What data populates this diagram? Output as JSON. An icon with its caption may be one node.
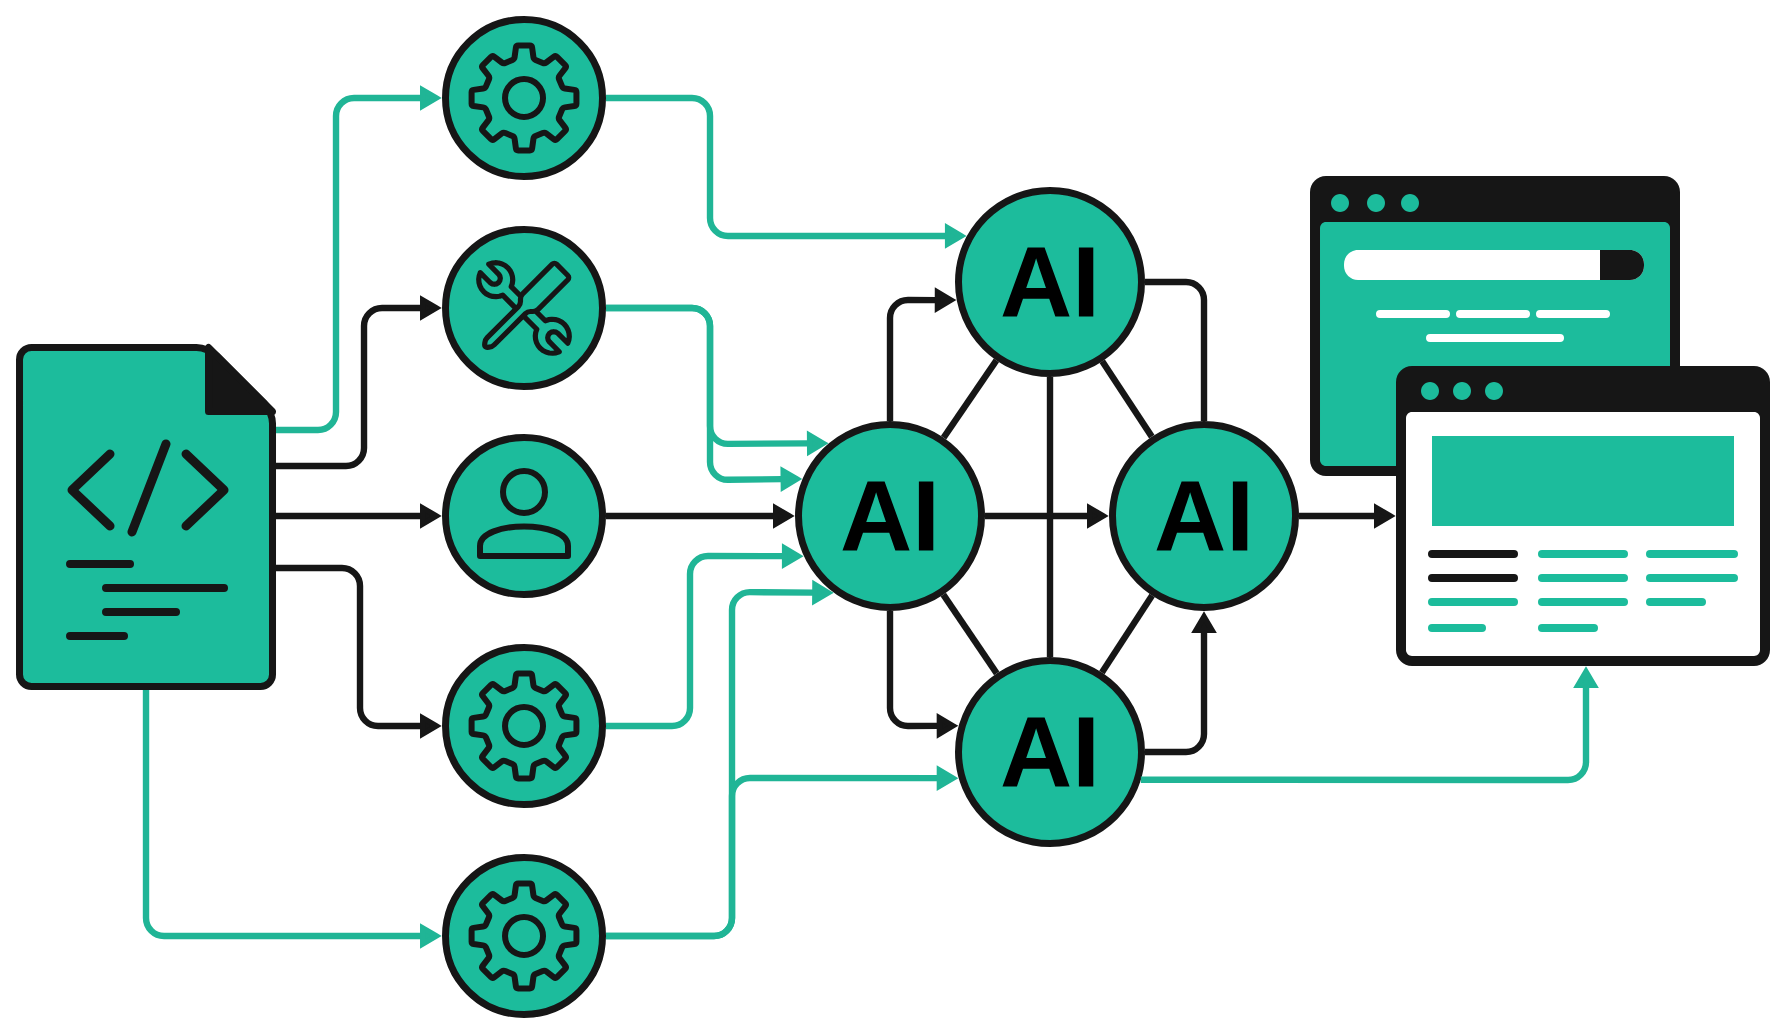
{
  "diagram": {
    "nodes": [
      {
        "text": [],
        "shape": "document"
      },
      {
        "text": [],
        "shape": "circle"
      },
      {
        "text": [],
        "shape": "circle"
      },
      {
        "text": [],
        "shape": "circle"
      },
      {
        "text": [],
        "shape": "circle"
      },
      {
        "text": [],
        "shape": "circle"
      },
      {
        "text": [
          "AI"
        ]
      },
      {
        "text": [
          "AI"
        ]
      },
      {
        "text": [
          "AI"
        ]
      },
      {
        "text": [
          "AI"
        ]
      },
      {
        "text": [],
        "shape": "window"
      },
      {
        "text": [],
        "shape": "window"
      }
    ],
    "edges": [
      {
        "from": 0,
        "to": 1,
        "arrow": "to",
        "color": "#20b596"
      },
      {
        "from": 0,
        "to": 2,
        "arrow": "to"
      },
      {
        "from": 0,
        "to": 3,
        "arrow": "to"
      },
      {
        "from": 0,
        "to": 4,
        "arrow": "to"
      },
      {
        "from": 0,
        "to": 5,
        "arrow": "to",
        "color": "#20b596"
      },
      {
        "from": 1,
        "to": 7,
        "arrow": "to",
        "color": "#20b596"
      },
      {
        "from": 2,
        "to": 6,
        "arrow": "to",
        "color": "#20b596"
      },
      {
        "from": 2,
        "to": 6,
        "arrow": "to",
        "color": "#20b596"
      },
      {
        "from": 3,
        "to": 6,
        "arrow": "to"
      },
      {
        "from": 4,
        "to": 6,
        "arrow": "to",
        "color": "#20b596"
      },
      {
        "from": 5,
        "to": 6,
        "arrow": "to",
        "color": "#20b596"
      },
      {
        "from": 5,
        "to": 9,
        "arrow": "to",
        "color": "#20b596"
      },
      {
        "from": 6,
        "to": 7,
        "arrow": "to"
      },
      {
        "from": 6,
        "to": 8,
        "arrow": "to"
      },
      {
        "from": 6,
        "to": 9,
        "arrow": "to"
      },
      {
        "from": 6,
        "to": 7,
        "arrow": "none"
      },
      {
        "from": 6,
        "to": 9,
        "arrow": "none"
      },
      {
        "from": 7,
        "to": 9,
        "arrow": "none"
      },
      {
        "from": 7,
        "to": 8,
        "arrow": "none"
      },
      {
        "from": 9,
        "to": 8,
        "arrow": "none"
      },
      {
        "from": 7,
        "to": 8,
        "arrow": "none"
      },
      {
        "from": 9,
        "to": 8,
        "arrow": "to"
      },
      {
        "from": 8,
        "to": 11,
        "arrow": "to"
      },
      {
        "from": 9,
        "to": 11,
        "arrow": "to",
        "color": "#20b596"
      }
    ]
  }
}
